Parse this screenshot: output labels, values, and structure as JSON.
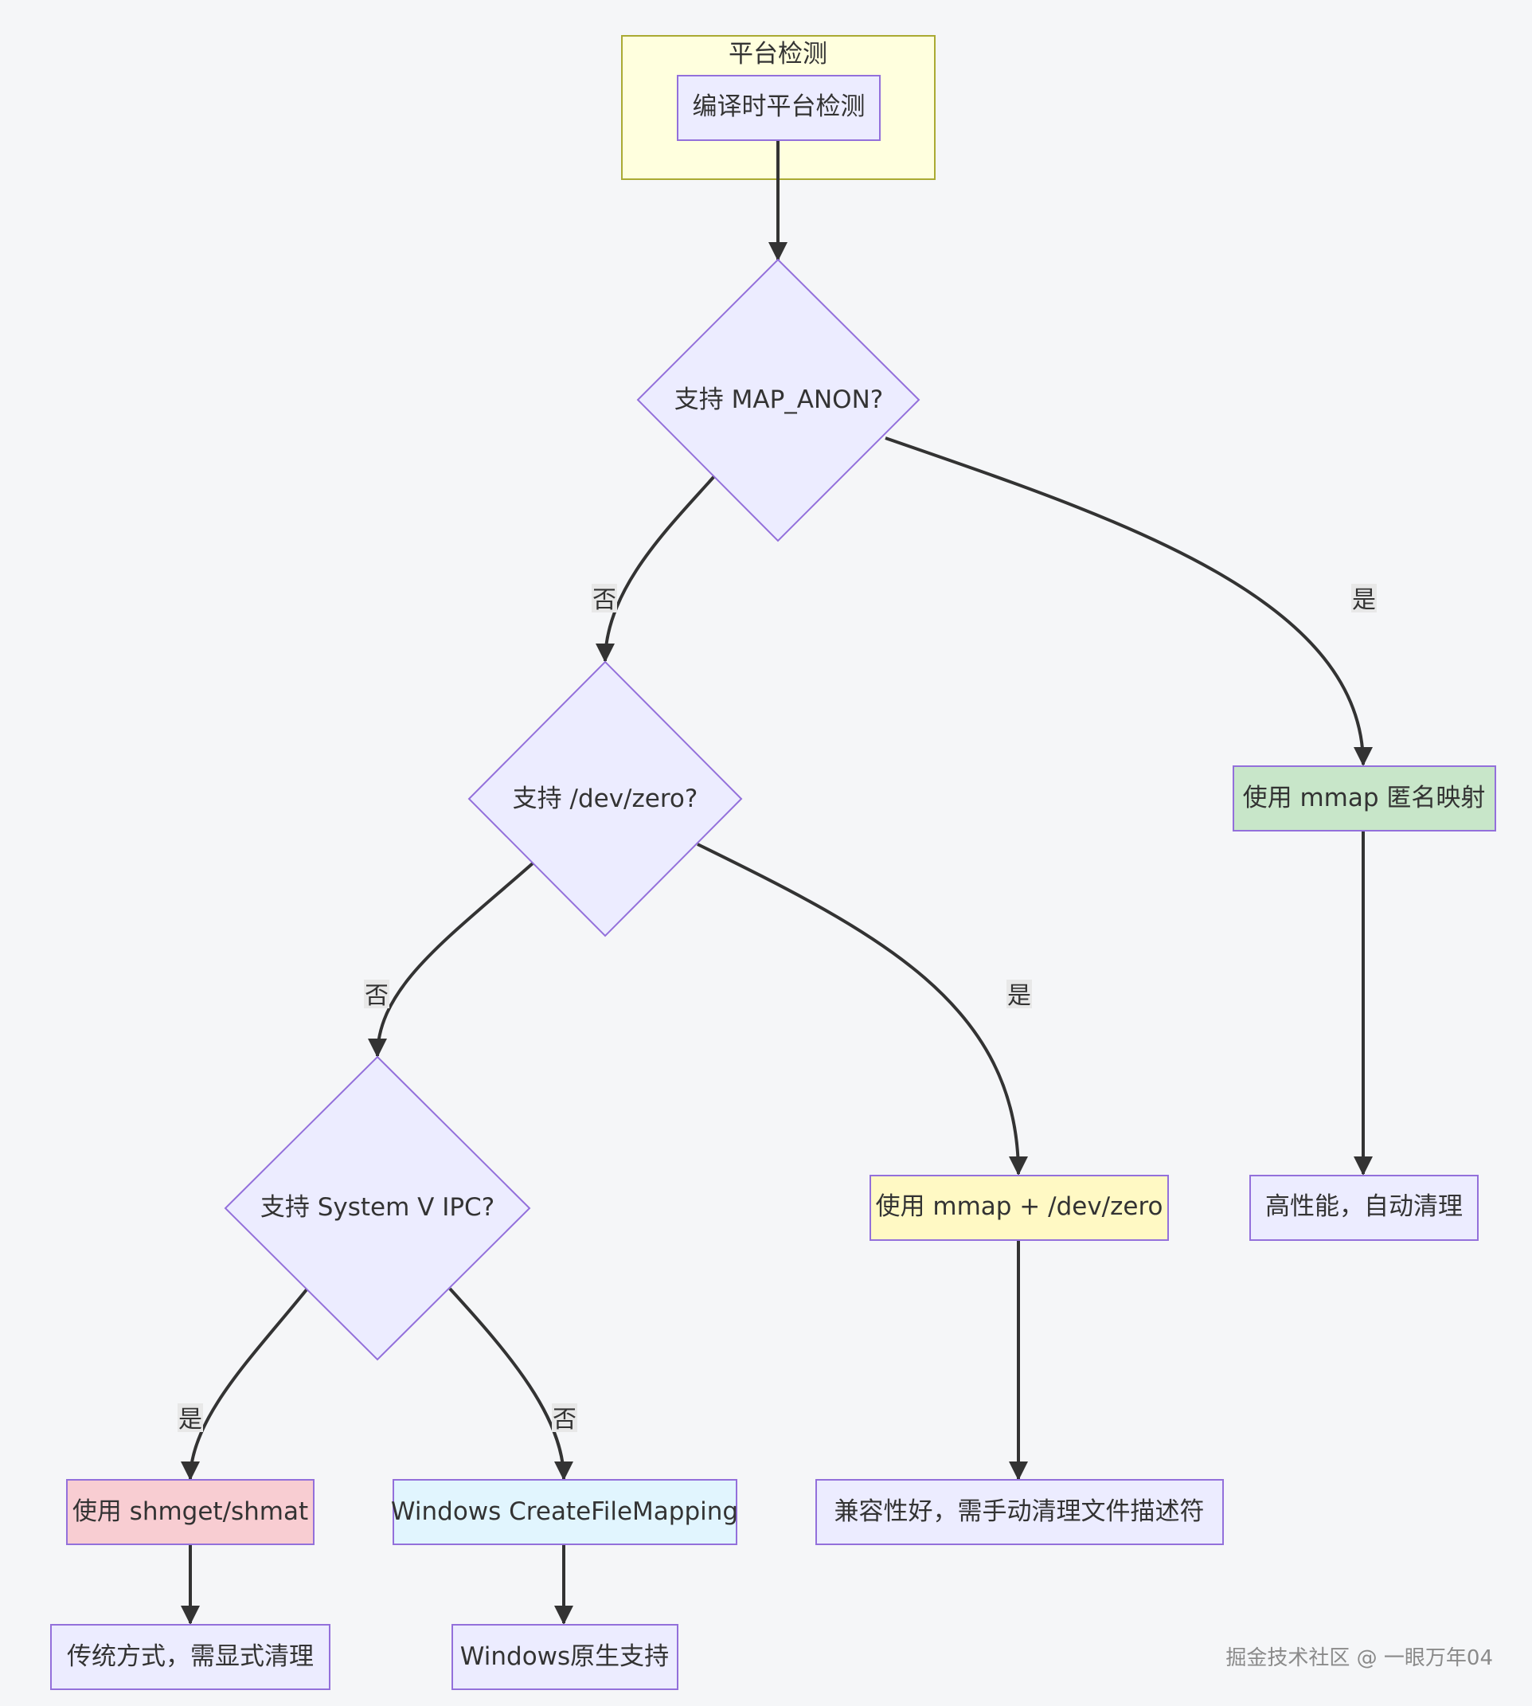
{
  "subgraph": {
    "title": "平台检测"
  },
  "nodes": {
    "compile_detect": "编译时平台检测",
    "q_map_anon": "支持 MAP_ANON?",
    "q_dev_zero": "支持 /dev/zero?",
    "q_sysv_ipc": "支持 System V IPC?",
    "mmap_anon": "使用 mmap 匿名映射",
    "mmap_anon_result": "高性能，自动清理",
    "mmap_dev_zero": "使用 mmap + /dev/zero",
    "mmap_dev_zero_result": "兼容性好，需手动清理文件描述符",
    "shmget": "使用 shmget/shmat",
    "shmget_result": "传统方式，需显式清理",
    "win_mapping": "Windows CreateFileMapping",
    "win_result": "Windows原生支持"
  },
  "edge_labels": {
    "map_anon_no": "否",
    "map_anon_yes": "是",
    "dev_zero_no": "否",
    "dev_zero_yes": "是",
    "sysv_yes": "是",
    "sysv_no": "否"
  },
  "colors": {
    "default_fill": "#ECECFF",
    "default_stroke": "#9370DB",
    "subgraph_fill": "#ffffde",
    "mmap_anon_fill": "#c8e6c9",
    "mmap_dev_zero_fill": "#fff9c4",
    "shmget_fill": "#f8cdd2",
    "win_fill": "#e1f5fe",
    "edge": "#333333"
  },
  "watermark": "掘金技术社区 @ 一眼万年04"
}
